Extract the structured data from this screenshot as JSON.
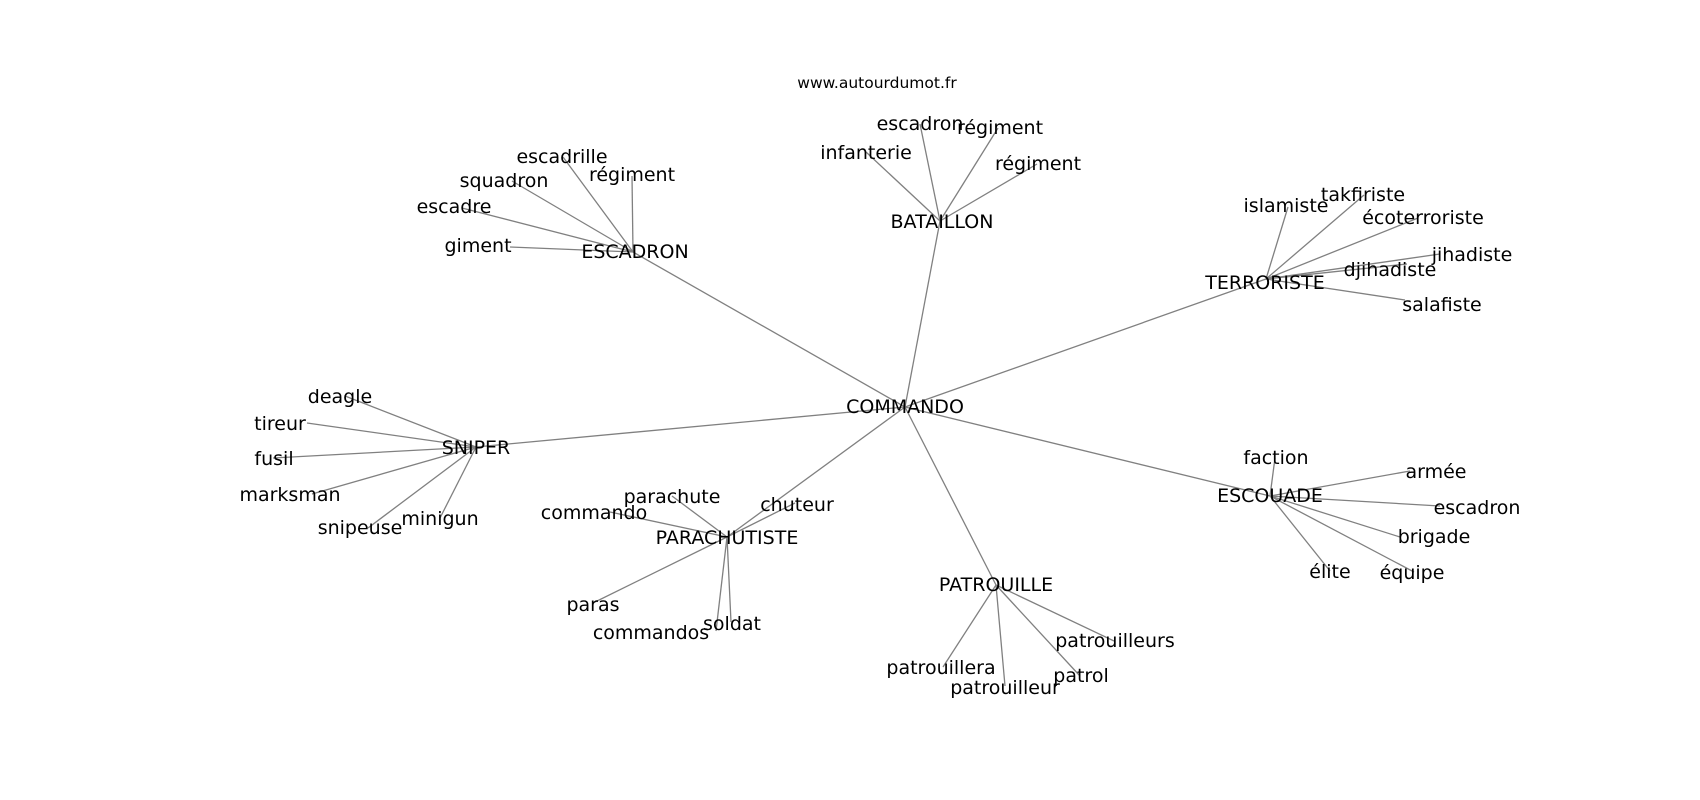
{
  "source": "www.autourdumot.fr",
  "root": "COMMANDO",
  "clusters": [
    {
      "hub": "BATAILLON",
      "leaves": [
        "escadron",
        "régiment",
        "infanterie",
        "régiment"
      ]
    },
    {
      "hub": "ESCADRON",
      "leaves": [
        "escadrille",
        "squadron",
        "régiment",
        "escadre",
        "giment"
      ]
    },
    {
      "hub": "TERRORISTE",
      "leaves": [
        "islamiste",
        "takfiriste",
        "écoterroriste",
        "jihadiste",
        "djihadiste",
        "salafiste"
      ]
    },
    {
      "hub": "SNIPER",
      "leaves": [
        "deagle",
        "tireur",
        "fusil",
        "marksman",
        "snipeuse",
        "minigun"
      ]
    },
    {
      "hub": "PARACHUTISTE",
      "leaves": [
        "parachute",
        "commando",
        "chuteur",
        "paras",
        "commandos",
        "soldat"
      ]
    },
    {
      "hub": "ESCOUADE",
      "leaves": [
        "faction",
        "armée",
        "escadron",
        "brigade",
        "élite",
        "équipe"
      ]
    },
    {
      "hub": "PATROUILLE",
      "leaves": [
        "patrouilleurs",
        "patrouillera",
        "patrol",
        "patrouilleur"
      ]
    }
  ]
}
